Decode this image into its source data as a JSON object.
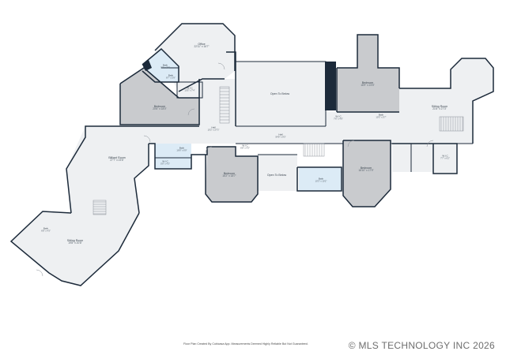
{
  "colors": {
    "wall": "#1c2a3a",
    "floor_light": "#eef0f2",
    "floor_gray": "#c9cbce",
    "floor_blue": "#dcebf6",
    "window": "#6b8fb0"
  },
  "rooms": {
    "office": {
      "name": "Office",
      "dims": "22'11\" x 16'7\""
    },
    "bath_top1": {
      "name": "Bath",
      "dims": "9'3\" x 7'0\""
    },
    "bath_top2": {
      "name": "Bath",
      "dims": "8'7\" x 5'9\""
    },
    "wic_top": {
      "name": "W.I.C",
      "dims": "10'5\" x 7'4\""
    },
    "bedroom_left": {
      "name": "Bedroom",
      "dims": "20'6\" x 18'0\""
    },
    "open_to_below_top": {
      "name": "Open To Below",
      "dims": ""
    },
    "bedroom_top_right": {
      "name": "Bedroom",
      "dims": "16'9\" x 23'5\""
    },
    "wic_mid": {
      "name": "W.I.C",
      "dims": "7'6\" x 4'6\""
    },
    "bath_mid_right": {
      "name": "Bath",
      "dims": "10'3\" x 5'7\""
    },
    "sitting_room_right": {
      "name": "Sitting Room",
      "dims": "21'6\" x 27'3\""
    },
    "hall_left": {
      "name": "Hall",
      "dims": "10'2\" x 27'3\""
    },
    "hall_center": {
      "name": "Hall",
      "dims": "54'8\" x 9'3\""
    },
    "billiard_room": {
      "name": "Billiard Room",
      "dims": "27'7\" x 23'6\""
    },
    "bath_mid_left": {
      "name": "Bath",
      "dims": "16'8\" x 6'9\""
    },
    "wic_small": {
      "name": "W.I.C",
      "dims": "5'9\" x 4'3\""
    },
    "wic_center": {
      "name": "W.I.C",
      "dims": "6'8\" x 4'3\""
    },
    "bedroom_center": {
      "name": "Bedroom",
      "dims": "16'2\" x 18'7\""
    },
    "open_to_below_center": {
      "name": "Open To Below",
      "dims": ""
    },
    "bath_center": {
      "name": "Bath",
      "dims": "10'3\" x 10'2\""
    },
    "bedroom_right": {
      "name": "Bedroom",
      "dims": "18'10\" x 17'9\""
    },
    "wic_far_right": {
      "name": "W.I.C",
      "dims": "7'7\" x 6'2\""
    },
    "bath_sitting": {
      "name": "Bath",
      "dims": "6'8\" x 4'3\""
    },
    "sitting_room_left": {
      "name": "Sitting Room",
      "dims": "19'8\" x 20'8\""
    }
  },
  "footer": {
    "credit": "Floor Plan Created By Cubicasa App. Measurements Deemed Highly Reliable But Not Guaranteed.",
    "copyright": "© MLS TECHNOLOGY INC 2026"
  }
}
